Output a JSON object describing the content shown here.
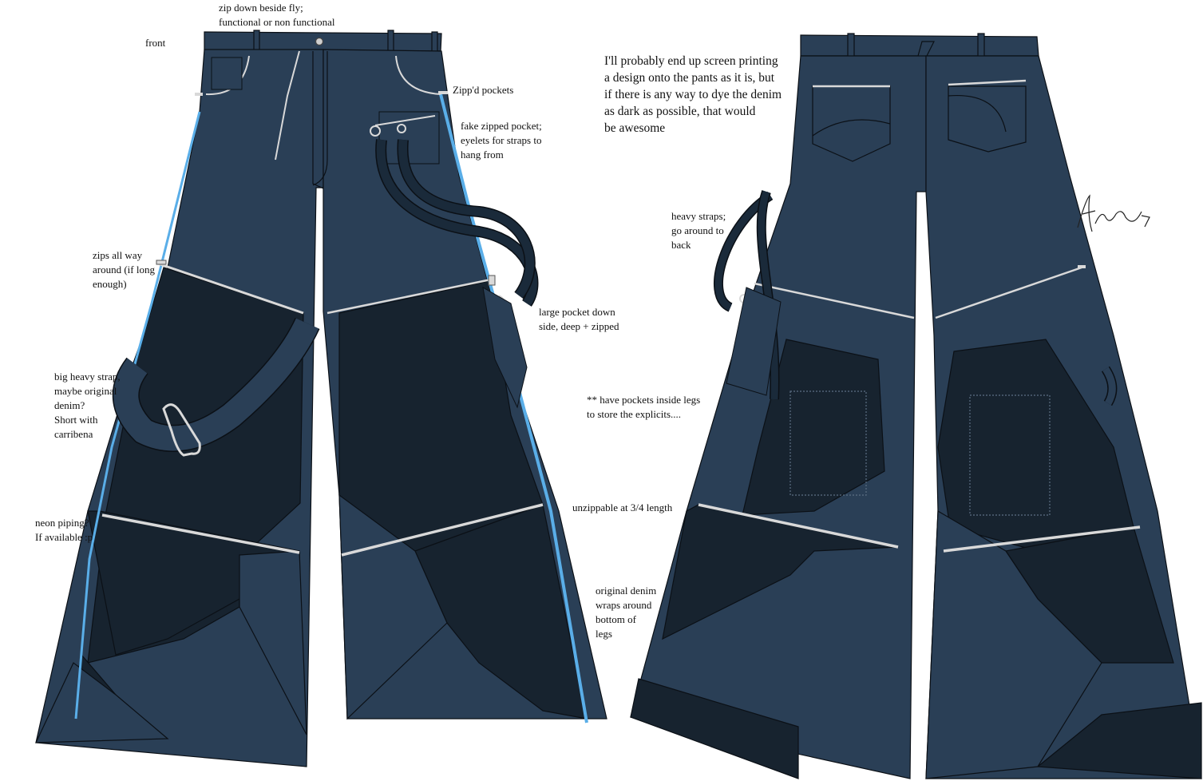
{
  "colors": {
    "denim": "#2a3f56",
    "denim_dark": "#17232f",
    "outline": "#0b1016",
    "zipper": "#d9d9d9",
    "neon_piping": "#5aaee8",
    "strap": "#1a2a3a",
    "background": "#ffffff"
  },
  "labels": {
    "front": "front",
    "zip_fly": "zip down beside fly;\nfunctional or non functional",
    "zipd_pockets": "Zipp'd pockets",
    "fake_pocket": "fake zipped pocket;\neyelets for straps to\nhang from",
    "zips_around": "zips all way\naround (if long\nenough)",
    "large_pocket": "large pocket down\nside, deep + zipped",
    "heavy_strap": "big heavy strap,\nmaybe original\ndenim?\nShort with\ncarribena",
    "pockets_inside": "** have pockets inside legs\nto store the explicits....",
    "neon_piping": "neon piping?\nIf available  :p",
    "unzippable": "unzippable at 3/4 length",
    "original_denim": "original denim\nwraps around\nbottom of\nlegs",
    "heavy_straps_back": "heavy straps;\ngo around to\nback",
    "screen_print": "I'll probably end up screen printing\na design onto the pants as it is, but\nif there is any way to dye the denim\nas dark as possible, that would\nbe awesome"
  },
  "icons": {
    "front_view": "jeans-front-drawing",
    "back_view": "jeans-back-drawing",
    "signature": "artist-signature"
  }
}
